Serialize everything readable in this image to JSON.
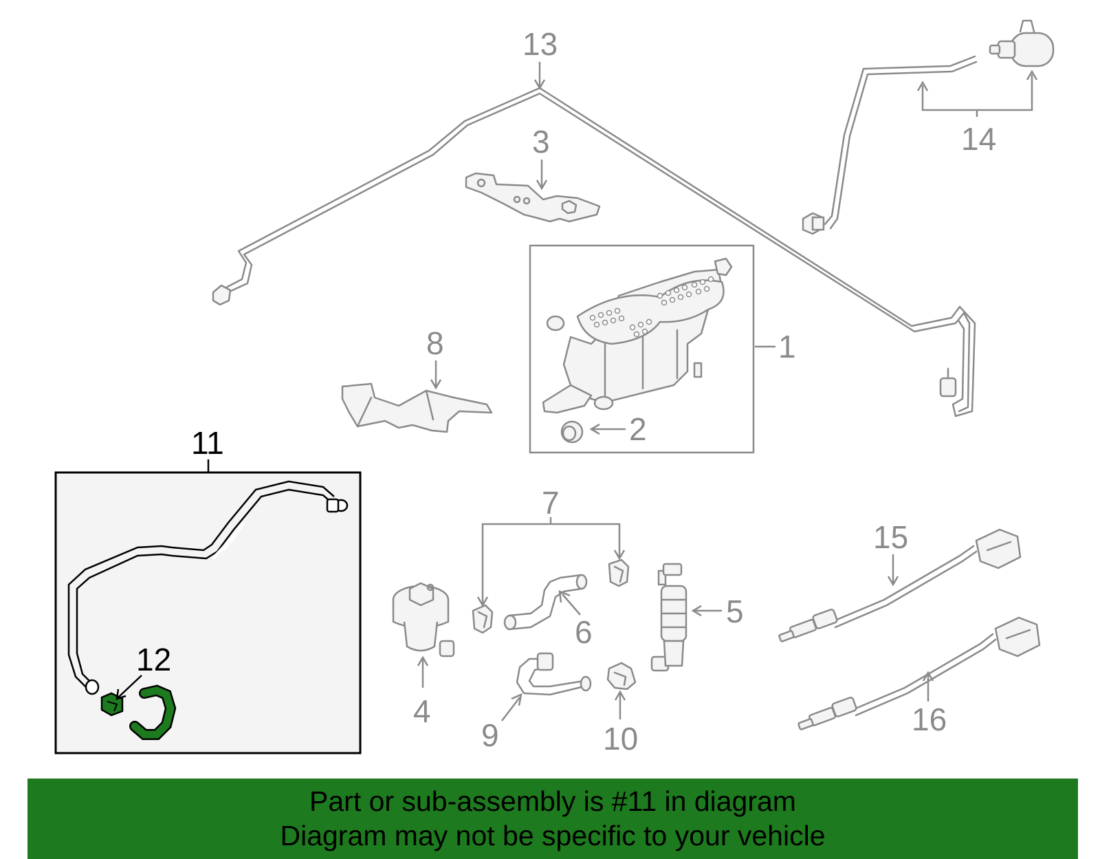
{
  "diagram": {
    "callouts": {
      "c1": "1",
      "c2": "2",
      "c3": "3",
      "c4": "4",
      "c5": "5",
      "c6": "6",
      "c7": "7",
      "c8": "8",
      "c9": "9",
      "c10": "10",
      "c11": "11",
      "c12": "12",
      "c13": "13",
      "c14": "14",
      "c15": "15",
      "c16": "16"
    },
    "highlight_color": "#1e7a1e",
    "line_color": "#8a8a8a",
    "highlighted_part": "11"
  },
  "footer": {
    "line1": "Part or sub-assembly is #11 in diagram",
    "line2": "Diagram may not be specific to your vehicle",
    "background_color": "#1e7a1e"
  }
}
